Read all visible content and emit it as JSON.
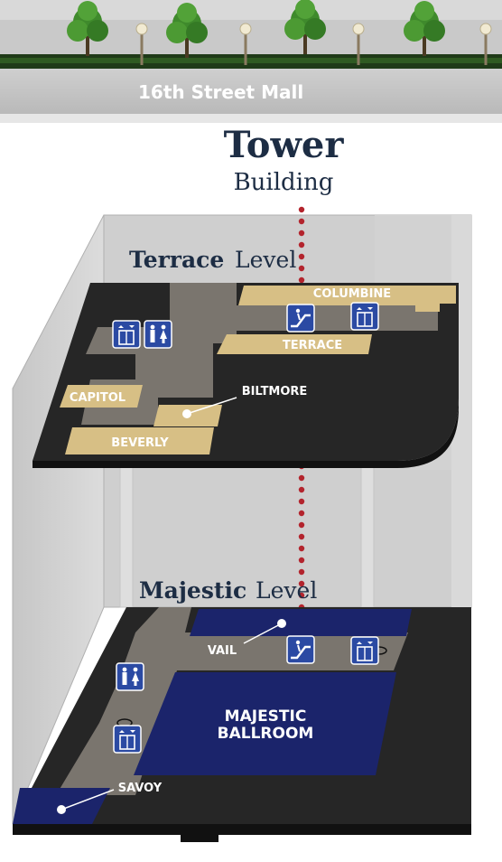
{
  "header": {
    "street_label": "16th Street Mall",
    "title_main": "Tower",
    "title_sub": "Building"
  },
  "levels": {
    "terrace": {
      "name_bold": "Terrace",
      "name_light": "Level",
      "rooms": {
        "columbine": "COLUMBINE",
        "terrace": "TERRACE",
        "biltmore": "BILTMORE",
        "capitol": "CAPITOL",
        "beverly": "BEVERLY"
      }
    },
    "majestic": {
      "name_bold": "Majestic",
      "name_light": "Level",
      "rooms": {
        "vail": "VAIL",
        "ballroom_line1": "MAJESTIC",
        "ballroom_line2": "BALLROOM",
        "savoy": "SAVOY"
      }
    }
  },
  "colors": {
    "navy": "#1d2d44",
    "room_tan": "#d7bf85",
    "room_navy": "#1b246b",
    "floor_dark": "#262626",
    "corridor": "#7a756e",
    "icon_blue": "#2b4aa3",
    "route_red": "#b3242d",
    "tree_green": "#3f8a2c"
  },
  "icons": [
    "tree-icon",
    "lamp-post-icon",
    "elevator-icon",
    "escalator-icon",
    "restroom-icon"
  ]
}
